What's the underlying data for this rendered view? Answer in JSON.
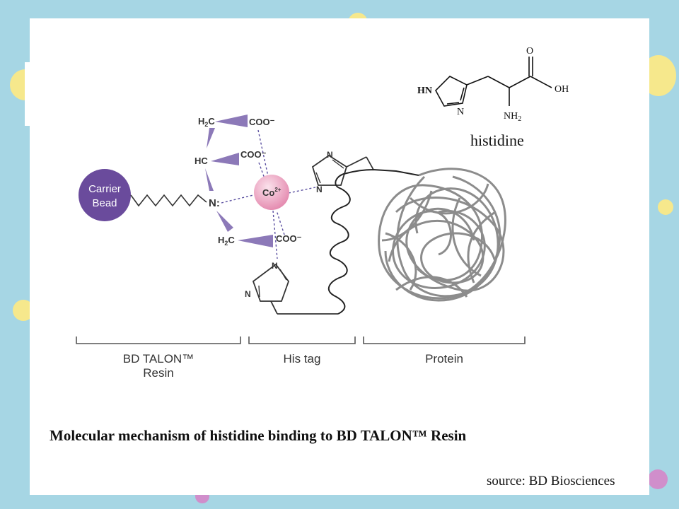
{
  "carrier_bead": {
    "line1": "Carrier",
    "line2": "Bead"
  },
  "metal_ion": {
    "symbol": "Co",
    "charge": "2+"
  },
  "chelator": {
    "groups": [
      "H2C",
      "HC",
      "H2C"
    ],
    "carboxylates": [
      "COO⁻",
      "COO⁻",
      "COO⁻"
    ],
    "nitrogen": "N:"
  },
  "histidine": {
    "title": "histidine",
    "atoms": {
      "ring_nh": "HN",
      "ring_n": "N",
      "carbonyl_o": "O",
      "acid_oh": "OH",
      "amine": "NH2"
    }
  },
  "imidazole_n": "N",
  "sections": {
    "resin_line1": "BD TALON™",
    "resin_line2": "Resin",
    "his_tag": "His tag",
    "protein": "Protein"
  },
  "caption": "Molecular mechanism of histidine binding to BD TALON™ Resin",
  "source": "source: BD Biosciences",
  "colors": {
    "background": "#a6d6e4",
    "bead": "#6a4b9c",
    "metal_ion": "#f0a8c4",
    "wedge": "#8c79b8",
    "protein": "#8c8c8c",
    "dot_yellow": "#f6e88c",
    "dot_pink": "#d08ecb"
  }
}
